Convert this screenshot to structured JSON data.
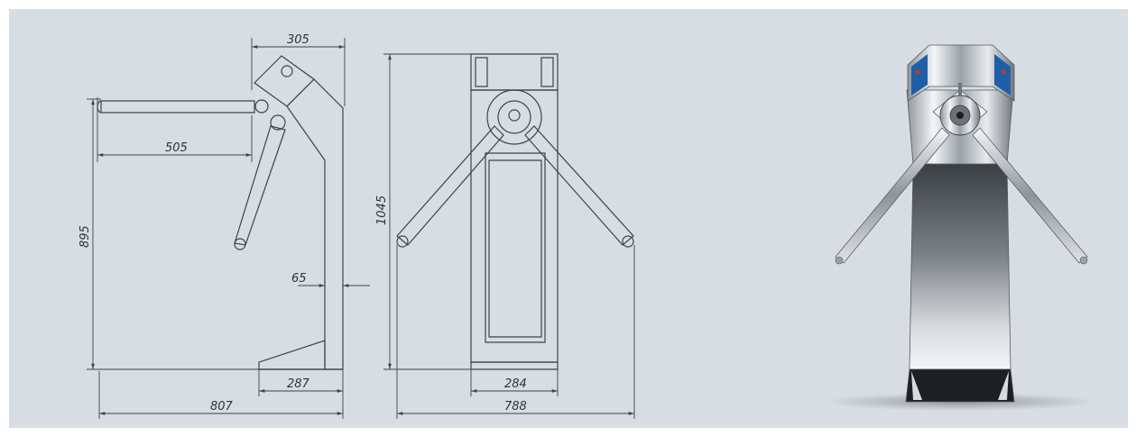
{
  "colors": {
    "background": "#d7dde2",
    "line": "#3b4450",
    "steel": "#c9ced3",
    "panel_blue": "#1f5fa8",
    "panel_red": "#c0392b"
  },
  "dimensions": {
    "side_top_width": "305",
    "arm_reach": "505",
    "side_height": "895",
    "post_thickness": "65",
    "base_depth": "287",
    "side_total_width": "807",
    "front_height": "1045",
    "front_body_width": "284",
    "front_total_width": "788"
  }
}
